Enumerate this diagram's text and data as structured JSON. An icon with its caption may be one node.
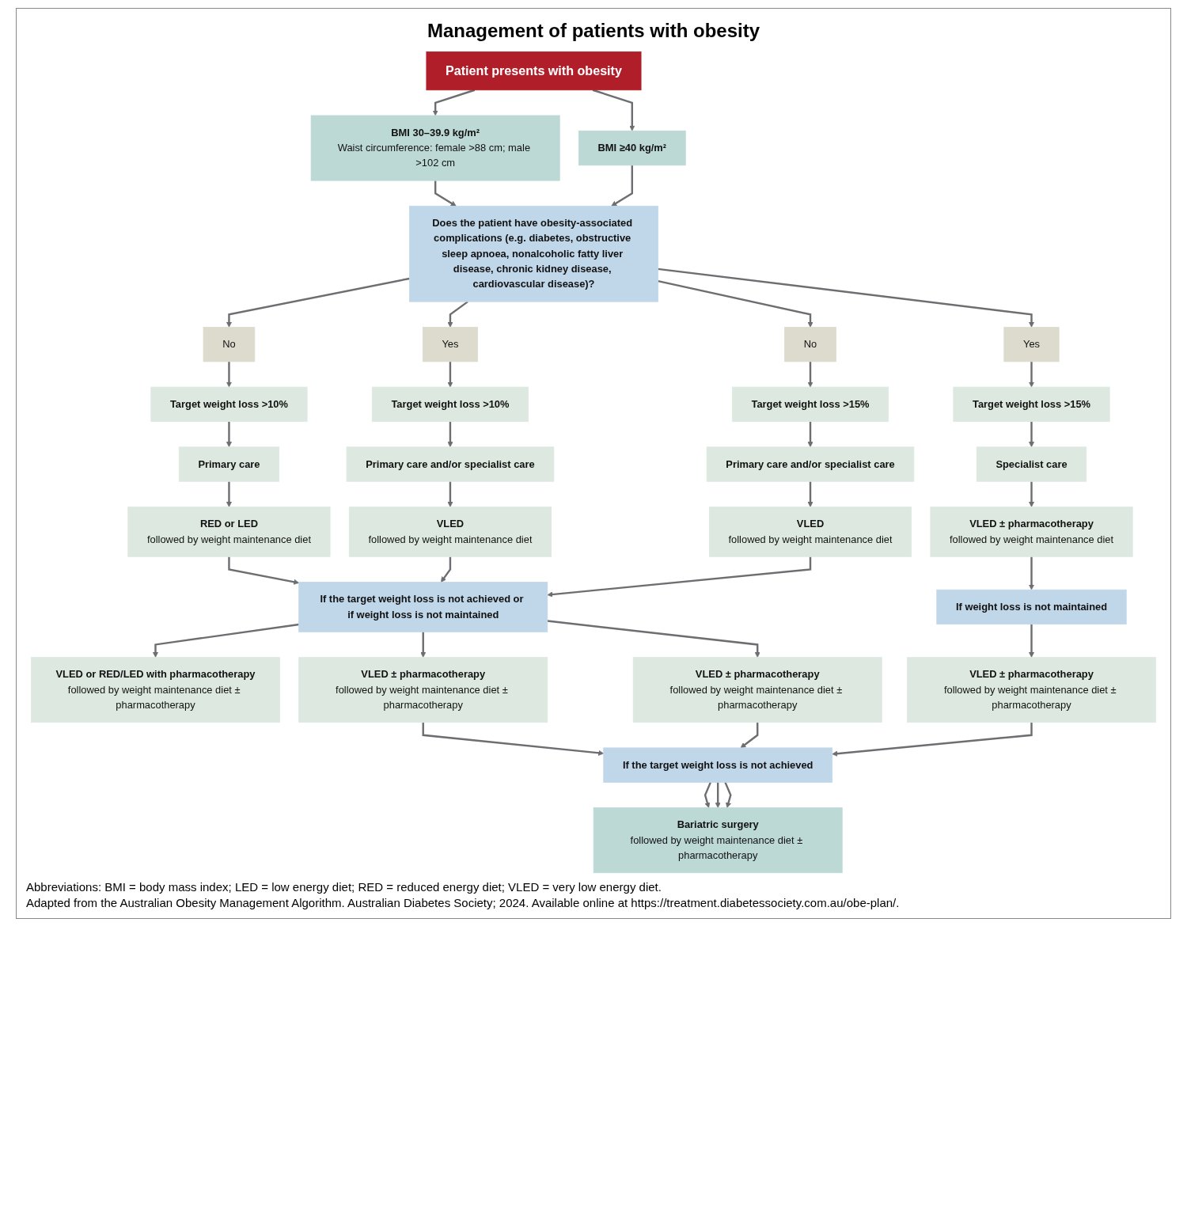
{
  "diagram": {
    "title": "Management of patients with obesity",
    "nodes": [
      {
        "text": [
          "Patient presents with obesity"
        ]
      },
      {
        "text": [
          "BMI 30–39.9 kg/m²",
          "Waist circumference: female >88 cm; male >102 cm"
        ]
      },
      {
        "text": [
          "BMI ≥40 kg/m²"
        ]
      },
      {
        "text": [
          "Does the patient have obesity-associated complications (e.g. diabetes, obstructive sleep apnoea, nonalcoholic fatty liver disease, chronic kidney disease, cardiovascular disease)?"
        ]
      },
      {
        "text": [
          "No"
        ]
      },
      {
        "text": [
          "Yes"
        ]
      },
      {
        "text": [
          "No"
        ]
      },
      {
        "text": [
          "Yes"
        ]
      },
      {
        "text": [
          "Target weight loss >10%"
        ]
      },
      {
        "text": [
          "Target weight loss >10%"
        ]
      },
      {
        "text": [
          "Target weight loss >15%"
        ]
      },
      {
        "text": [
          "Target weight loss >15%"
        ]
      },
      {
        "text": [
          "Primary care"
        ]
      },
      {
        "text": [
          "Primary care and/or specialist care"
        ]
      },
      {
        "text": [
          "Primary care and/or specialist care"
        ]
      },
      {
        "text": [
          "Specialist care"
        ]
      },
      {
        "text": [
          "RED or LED",
          "followed by weight maintenance diet"
        ]
      },
      {
        "text": [
          "VLED",
          "followed by weight maintenance diet"
        ]
      },
      {
        "text": [
          "VLED",
          "followed by weight maintenance diet"
        ]
      },
      {
        "text": [
          "VLED ± pharmacotherapy",
          "followed by weight maintenance diet"
        ]
      },
      {
        "text": [
          "If the target weight loss is not achieved or if weight loss is not maintained"
        ]
      },
      {
        "text": [
          "If weight loss is not maintained"
        ]
      },
      {
        "text": [
          "VLED or RED/LED with pharmacotherapy",
          "followed by weight maintenance diet ± pharmacotherapy"
        ]
      },
      {
        "text": [
          "VLED ± pharmacotherapy",
          "followed by weight maintenance diet ± pharmacotherapy"
        ]
      },
      {
        "text": [
          "VLED ± pharmacotherapy",
          "followed by weight maintenance diet ± pharmacotherapy"
        ]
      },
      {
        "text": [
          "VLED ± pharmacotherapy",
          "followed by weight maintenance diet ± pharmacotherapy"
        ]
      },
      {
        "text": [
          "If the target weight loss is not achieved"
        ]
      },
      {
        "text": [
          "Bariatric surgery",
          "followed by weight maintenance diet ± pharmacotherapy"
        ]
      }
    ],
    "edges": [
      {
        "from": 0,
        "to": 1,
        "arrow": "to"
      },
      {
        "from": 0,
        "to": 2,
        "arrow": "to"
      },
      {
        "from": 1,
        "to": 3,
        "arrow": "to"
      },
      {
        "from": 2,
        "to": 3,
        "arrow": "to"
      },
      {
        "from": 3,
        "to": 4,
        "arrow": "to"
      },
      {
        "from": 3,
        "to": 5,
        "arrow": "to"
      },
      {
        "from": 3,
        "to": 6,
        "arrow": "to"
      },
      {
        "from": 3,
        "to": 7,
        "arrow": "to"
      },
      {
        "from": 4,
        "to": 8,
        "arrow": "to"
      },
      {
        "from": 5,
        "to": 9,
        "arrow": "to"
      },
      {
        "from": 6,
        "to": 10,
        "arrow": "to"
      },
      {
        "from": 7,
        "to": 11,
        "arrow": "to"
      },
      {
        "from": 8,
        "to": 12,
        "arrow": "to"
      },
      {
        "from": 9,
        "to": 13,
        "arrow": "to"
      },
      {
        "from": 10,
        "to": 14,
        "arrow": "to"
      },
      {
        "from": 11,
        "to": 15,
        "arrow": "to"
      },
      {
        "from": 12,
        "to": 16,
        "arrow": "to"
      },
      {
        "from": 13,
        "to": 17,
        "arrow": "to"
      },
      {
        "from": 14,
        "to": 18,
        "arrow": "to"
      },
      {
        "from": 15,
        "to": 19,
        "arrow": "to"
      },
      {
        "from": 16,
        "to": 20,
        "arrow": "to"
      },
      {
        "from": 17,
        "to": 20,
        "arrow": "to"
      },
      {
        "from": 18,
        "to": 20,
        "arrow": "to"
      },
      {
        "from": 19,
        "to": 21,
        "arrow": "to"
      },
      {
        "from": 20,
        "to": 22,
        "arrow": "to"
      },
      {
        "from": 20,
        "to": 23,
        "arrow": "to"
      },
      {
        "from": 20,
        "to": 24,
        "arrow": "to"
      },
      {
        "from": 21,
        "to": 25,
        "arrow": "to"
      },
      {
        "from": 23,
        "to": 26,
        "arrow": "to"
      },
      {
        "from": 24,
        "to": 26,
        "arrow": "to"
      },
      {
        "from": 25,
        "to": 26,
        "arrow": "to"
      },
      {
        "from": 26,
        "to": 27,
        "arrow": "to"
      },
      {
        "from": 26,
        "to": 27,
        "arrow": "to"
      },
      {
        "from": 26,
        "to": 27,
        "arrow": "to"
      }
    ],
    "labels": [
      "Abbreviations: BMI = body mass index; LED = low energy diet; RED = reduced energy diet; VLED = very low energy diet.",
      "Adapted from the Australian Obesity Management Algorithm. Australian Diabetes Society; 2024. Available online at https://treatment.diabetessociety.com.au/obe-plan/."
    ]
  }
}
